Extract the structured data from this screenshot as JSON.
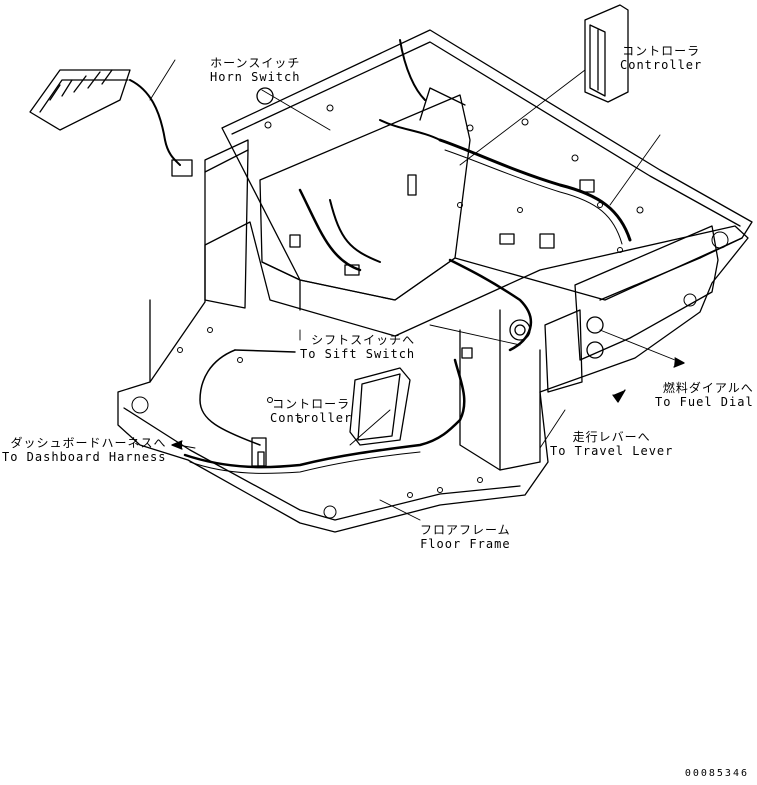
{
  "labels": {
    "horn_switch": {
      "jp": "ホーンスイッチ",
      "en": "Horn Switch"
    },
    "controller_top": {
      "jp": "コントローラ",
      "en": "Controller"
    },
    "sift_switch": {
      "jp": "シフトスイッチへ",
      "en": "To Sift Switch"
    },
    "controller_mid": {
      "jp": "コントローラ",
      "en": "Controller"
    },
    "fuel_dial": {
      "jp": "燃料ダイアルへ",
      "en": "To Fuel Dial"
    },
    "travel_lever": {
      "jp": "走行レバーへ",
      "en": "To Travel Lever"
    },
    "dashboard_harness": {
      "jp": "ダッシュボードハーネスへ",
      "en": "To Dashboard Harness"
    },
    "floor_frame": {
      "jp": "フロアフレーム",
      "en": "Floor Frame"
    }
  },
  "doc_id": "00085346"
}
